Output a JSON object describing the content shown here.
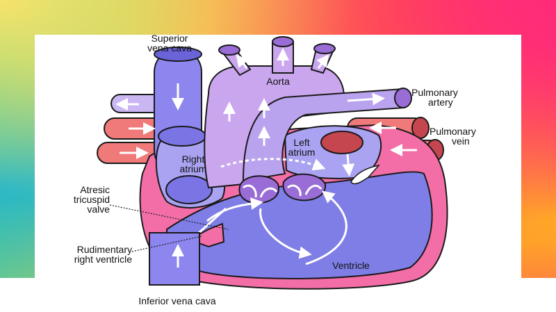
{
  "diagram": {
    "labels": {
      "superior_vena_cava": [
        "Superior",
        "vena cava"
      ],
      "aorta": "Aorta",
      "pulmonary_artery": [
        "Pulmonary",
        "artery"
      ],
      "pulmonary_vein": [
        "Pulmonary",
        "vein"
      ],
      "right_atrium": [
        "Right",
        "atrium"
      ],
      "left_atrium": [
        "Left",
        "atrium"
      ],
      "atresic_tricuspid_valve": [
        "Atresic",
        "tricuspid",
        "valve"
      ],
      "rudimentary_right_ventricle": [
        "Rudimentary",
        "right ventricle"
      ],
      "ventricle": "Ventricle",
      "inferior_vena_cava": "Inferior vena cava"
    },
    "colors": {
      "deoxygenated": "#8c86ee",
      "vessel_light": "#c9b6f2",
      "aorta": "#caa6ee",
      "oxygenated": "#f07a7a",
      "myocardium": "#f36ea7",
      "ventricle": "#7f7ee6",
      "outline": "#1a1a1a"
    }
  }
}
